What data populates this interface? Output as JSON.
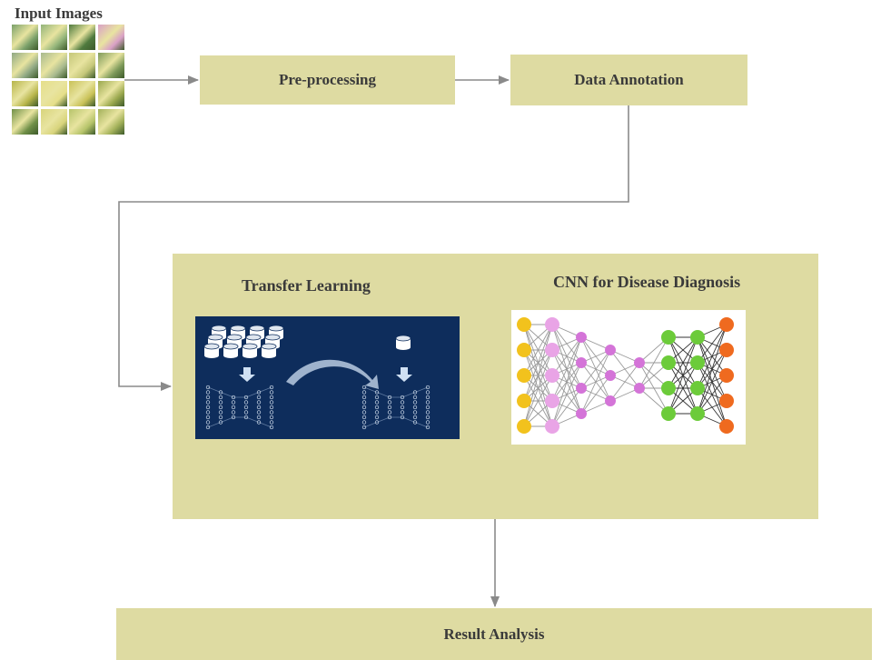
{
  "input": {
    "title": "Input Images",
    "thumbnails": [
      "#7aa06a",
      "#92b47a",
      "#4f7a3e",
      "#d9a0c6",
      "#8fa884",
      "#a7b98e",
      "#c5c77a",
      "#7e9a5a",
      "#b7b54a",
      "#e6df8a",
      "#c9c258",
      "#9aa84e",
      "#6f8f47",
      "#d8d47c",
      "#b6c46a",
      "#a3b15a"
    ]
  },
  "flow": {
    "preprocessing": "Pre-processing",
    "annotation": "Data Annotation",
    "result": "Result Analysis"
  },
  "panel": {
    "transfer_title": "Transfer Learning",
    "cnn_title": "CNN for Disease Diagnosis"
  },
  "colors": {
    "box": "#dedba2",
    "arrow": "#8a8a8a",
    "transfer_bg": "#0e2d5c",
    "node_yellow": "#f2c21d",
    "node_pink": "#e9a4e6",
    "node_purple": "#d474d8",
    "node_green": "#6ccb3a",
    "node_orange": "#ef6a1f"
  }
}
